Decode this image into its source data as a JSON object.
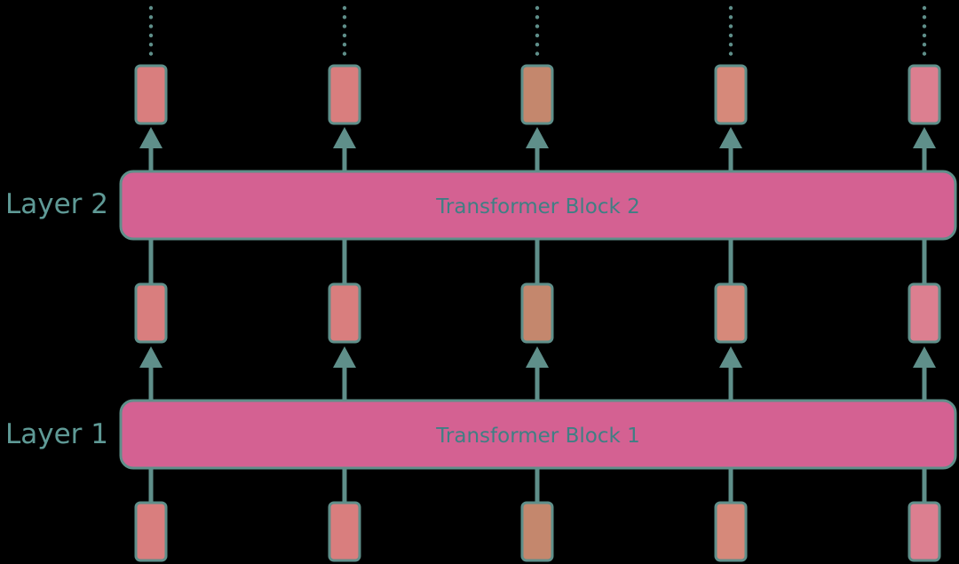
{
  "colors": {
    "background": "#000000",
    "stroke": "#5f8f8a",
    "block_fill": "#d46192",
    "token_fills": [
      "#d97e7e",
      "#d97e7e",
      "#c4876d",
      "#d6897a",
      "#dc7f90"
    ]
  },
  "layers": [
    {
      "label": "Layer 2",
      "block_label": "Transformer Block 2"
    },
    {
      "label": "Layer 1",
      "block_label": "Transformer Block 1"
    }
  ],
  "token_columns": 5,
  "continuation_marker": "ellipsis-dots"
}
